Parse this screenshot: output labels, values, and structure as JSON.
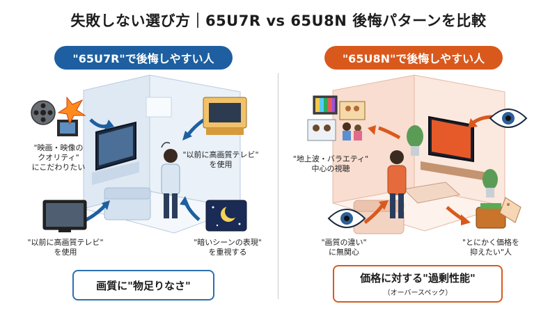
{
  "title": "失敗しない選び方｜65U7R vs 65U8N 後悔パターンを比較",
  "left": {
    "header": "\"65U7R\"で後悔しやすい人",
    "labels": {
      "movie": [
        "\"映画・映像の",
        "クオリティ\"",
        "にこだわりたい"
      ],
      "previous_tv_top": [
        "\"以前に高画質テレビ\"",
        "を使用"
      ],
      "previous_tv_bottom": [
        "\"以前に高画質テレビ\"",
        "を使用"
      ],
      "dark_scene": [
        "\"暗いシーンの表現\"",
        "を重視する"
      ]
    },
    "result": "画質に\"物足りなさ\""
  },
  "right": {
    "header": "\"65U8N\"で後悔しやすい人",
    "labels": {
      "broadcast": [
        "\"地上波・バラエティ\"",
        "中心の視聴"
      ],
      "indifferent": [
        "\"画質の違い\"",
        "に無関心"
      ],
      "price": [
        "\"とにかく価格を",
        "抑えたい\"人"
      ]
    },
    "result": "価格に対する\"過剰性能\"",
    "result_sub": "（オーバースペック）"
  },
  "colors": {
    "left_accent": "#1d5fa0",
    "right_accent": "#d9591d",
    "room_left": "#e6eef7",
    "room_right": "#fbe9df"
  },
  "icons": [
    "film-reel-icon",
    "tv-icon",
    "confused-person-icon",
    "moon-night-icon",
    "eye-icon",
    "tv-variety-icon",
    "family-icon",
    "wallet-price-tag-icon",
    "sofa-icon",
    "plant-icon"
  ]
}
